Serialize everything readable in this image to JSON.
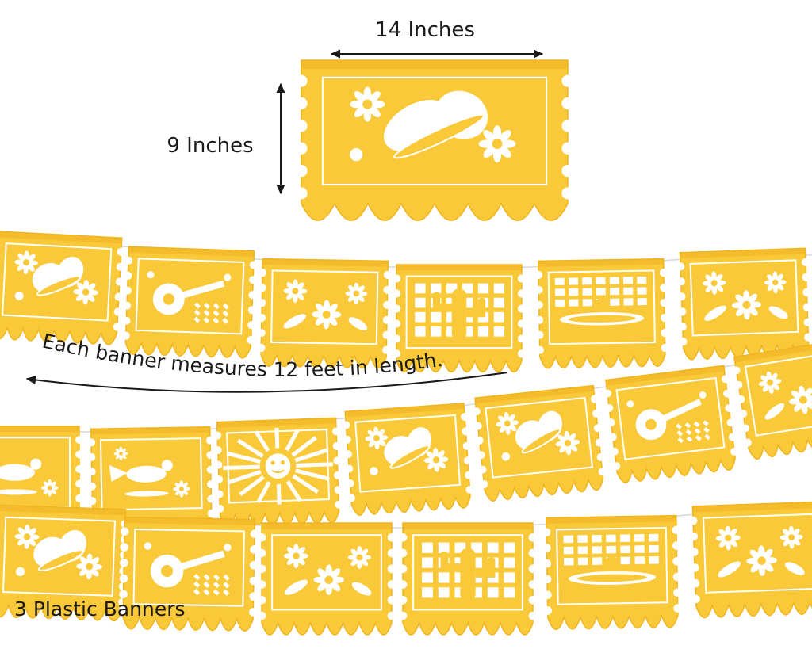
{
  "dimensions": {
    "width_label": "14 Inches",
    "height_label": "9 Inches"
  },
  "length_caption": "Each banner measures 12 feet in length.",
  "quantity_caption": "3 Plastic Banners",
  "colors": {
    "banner_fill": "#f9c93a",
    "banner_edge": "#f0b41f",
    "banner_cut": "#ffffff",
    "text": "#1a1a1a",
    "string": "#d8d8d8"
  },
  "banner_rows": [
    {
      "name": "top-row",
      "motifs": [
        "butterfly",
        "guitar",
        "flowers",
        "cactus",
        "sombrero",
        "flowers"
      ]
    },
    {
      "name": "middle-row",
      "motifs": [
        "bird",
        "bird",
        "sun",
        "butterfly",
        "butterfly",
        "guitar",
        "flowers"
      ]
    },
    {
      "name": "bottom-row",
      "motifs": [
        "butterfly",
        "guitar",
        "flowers",
        "cactus",
        "sombrero",
        "flowers"
      ]
    }
  ]
}
